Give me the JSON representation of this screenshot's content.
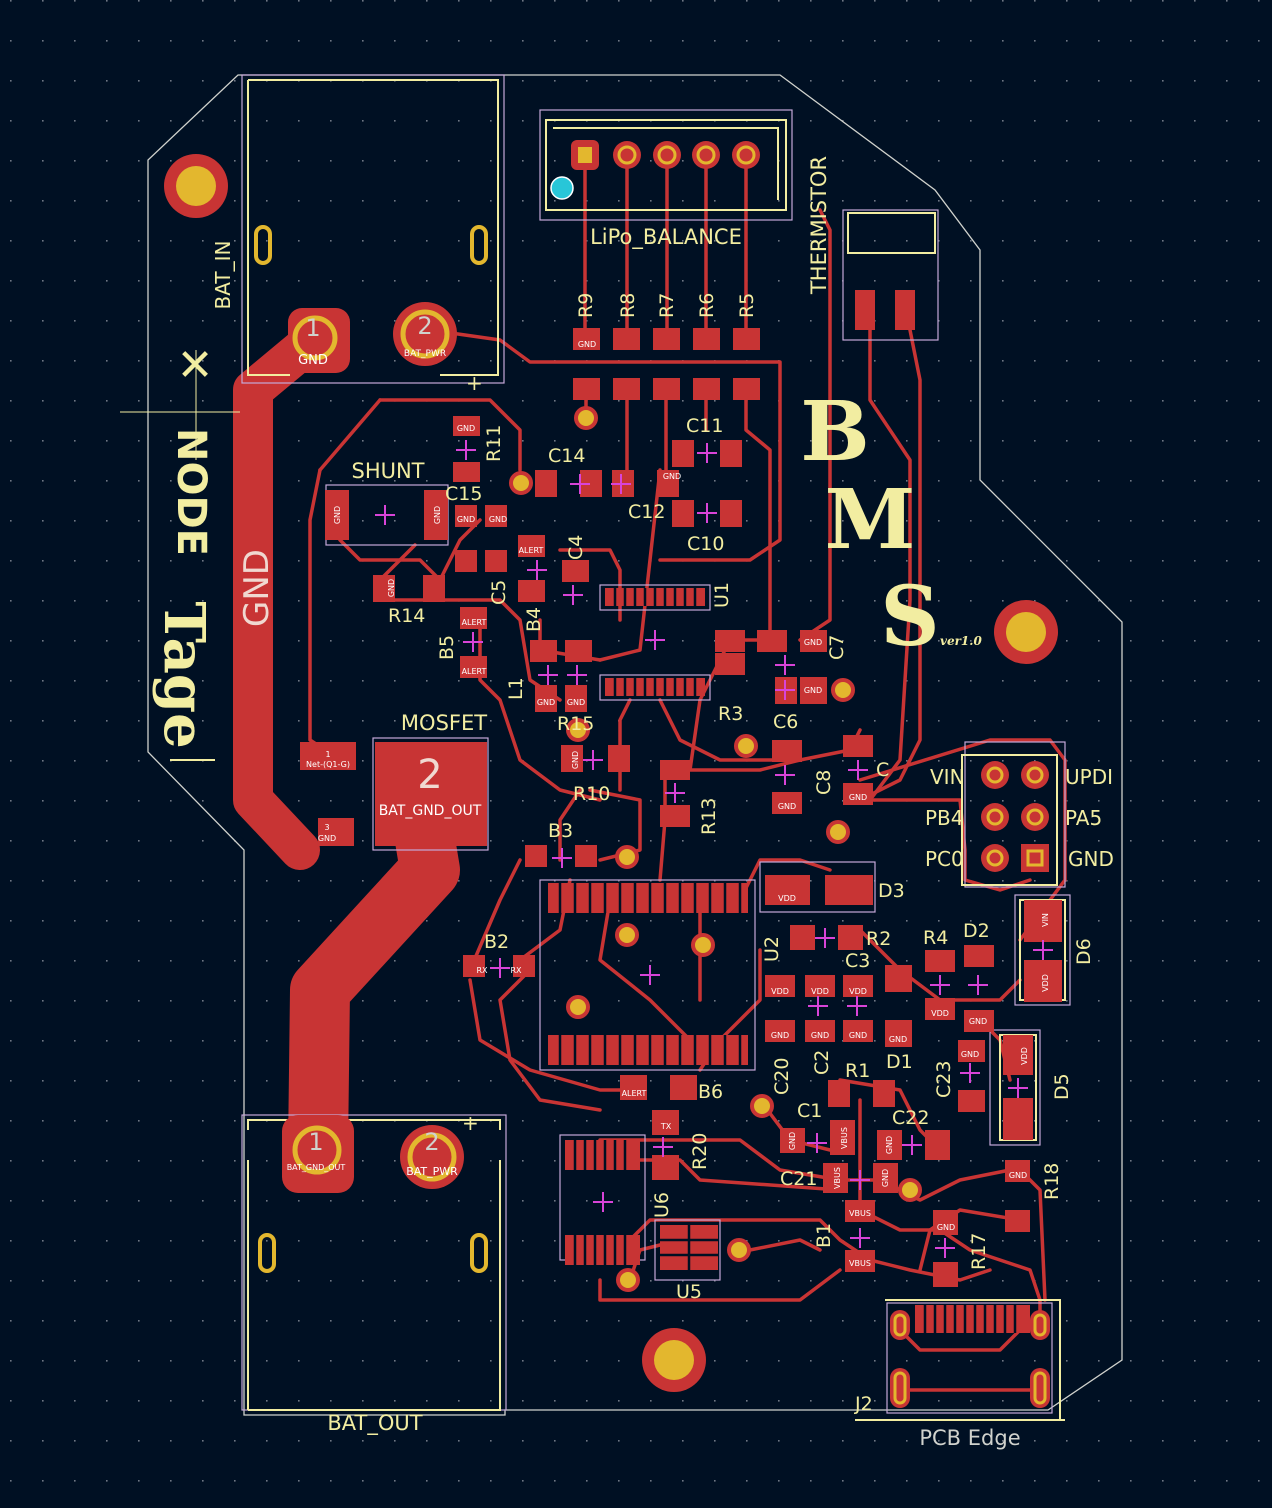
{
  "colors": {
    "background": "#001023",
    "copper": "#c83434",
    "silkscreen": "#f2eda1",
    "courtyard": "#c5a8d8",
    "edge": "#d0d2cd",
    "via": "#e3b72e",
    "marker": "#d844d8"
  },
  "title": {
    "line1": "B",
    "line2": "M",
    "line3": "S",
    "version": "ver1.0"
  },
  "logo": {
    "brand": "NODE",
    "script": "Tage"
  },
  "labels": {
    "bat_in": "BAT_IN",
    "bat_out": "BAT_OUT",
    "lipo": "LiPo_BALANCE",
    "thermistor": "THERMISTOR",
    "shunt": "SHUNT",
    "mosfet": "MOSFET",
    "gnd_plane": "GND",
    "pcb_edge": "PCB Edge",
    "bat_gnd_out": "BAT_GND_OUT",
    "bat_pwr": "BAT_PWR"
  },
  "header_labels": {
    "vin": "VIN",
    "updi": "UPDI",
    "pb4": "PB4",
    "pa5": "PA5",
    "pc0": "PC0",
    "gnd": "GND"
  },
  "refs": {
    "R9": "R9",
    "R8": "R8",
    "R7": "R7",
    "R6": "R6",
    "R5": "R5",
    "C11": "C11",
    "C14": "C14",
    "C15": "C15",
    "R11": "R11",
    "C12": "C12",
    "C10": "C10",
    "U1": "U1",
    "R14": "R14",
    "B4": "B4",
    "B5": "B5",
    "C4": "C4",
    "C5": "C5",
    "L1": "L1",
    "R15": "R15",
    "R10": "R10",
    "R3": "R3",
    "C6": "C6",
    "C7": "C7",
    "C8": "C8",
    "C9": "C",
    "R13": "R13",
    "B3": "B3",
    "B2": "B2",
    "D3": "D3",
    "U2": "U2",
    "R2": "R2",
    "C3": "C3",
    "R4": "R4",
    "D2": "D2",
    "D6": "D6",
    "C20": "C20",
    "C2": "C2",
    "D1": "D1",
    "R1": "R1",
    "C23": "C23",
    "D5": "D5",
    "C22": "C22",
    "C1": "C1",
    "B6": "B6",
    "R20": "R20",
    "C21": "C21",
    "U6": "U6",
    "U5": "U5",
    "B1": "B1",
    "R17": "R17",
    "R18": "R18",
    "J2": "J2"
  },
  "pads": {
    "p1": "1",
    "p2": "2",
    "p3": "3",
    "gnd": "GND",
    "vdd": "VDD",
    "vin": "VIN",
    "vbus": "VBUS",
    "tx": "TX",
    "rx": "RX",
    "alert": "ALERT",
    "net_q1g": "Net-(Q1-G)"
  }
}
